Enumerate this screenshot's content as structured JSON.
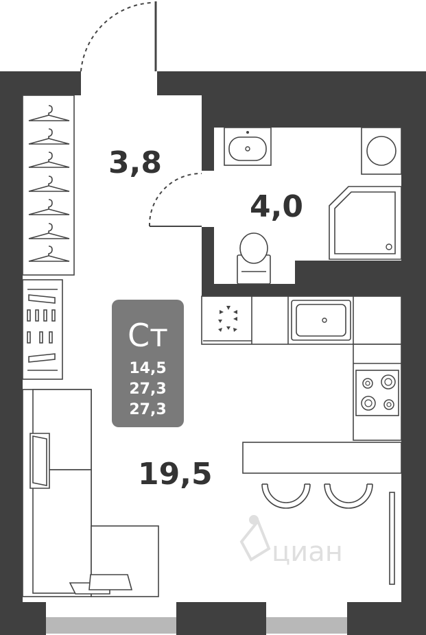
{
  "colors": {
    "wall": "#404040",
    "badge_bg": "#7a7a7a",
    "window": "#b8b8b8",
    "room_text": "#333333"
  },
  "rooms": {
    "hall_area": "3,8",
    "bathroom_area": "4,0",
    "living_area": "19,5"
  },
  "badge": {
    "type": "Ст",
    "living": "14,5",
    "total": "27,3",
    "total2": "27,3"
  },
  "watermark": "циан",
  "icons": [
    "wardrobe-hanger-icon",
    "washbasin-icon",
    "washing-machine-icon",
    "shower-tray-icon",
    "toilet-icon",
    "stove-icon",
    "kitchen-sink-icon",
    "bar-stool-icon",
    "cian-logo-icon"
  ]
}
